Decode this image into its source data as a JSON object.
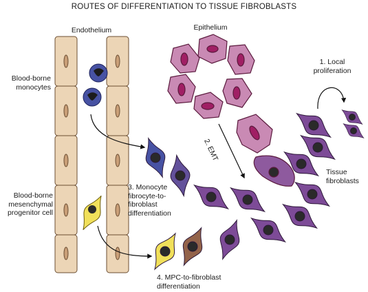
{
  "title": "ROUTES OF DIFFERENTIATION TO TISSUE FIBROBLASTS",
  "labels": {
    "endothelium": "Endothelium",
    "epithelium": "Epithelium",
    "monocytes_line1": "Blood-borne",
    "monocytes_line2": "monocytes",
    "mpc_line1": "Blood-borne",
    "mpc_line2": "mesenchymal",
    "mpc_line3": "progenitor cell",
    "route1_line1": "1. Local",
    "route1_line2": "proliferation",
    "route2": "2. EMT",
    "route3_line1": "3. Monocyte",
    "route3_line2": "fibrocyte-to-",
    "route3_line3": "fibroblast",
    "route3_line4": "differentiation",
    "route4_line1": "4. MPC-to-fibroblast",
    "route4_line2": "differentiation",
    "tissue_line1": "Tissue",
    "tissue_line2": "fibroblasts"
  },
  "colors": {
    "endothelial_fill": "#ecd5b6",
    "endothelial_nucleus": "#c99f78",
    "epithelial_fill": "#c98ab4",
    "epithelial_nucleus": "#a01f64",
    "monocyte": "#4752a3",
    "mpc": "#f1e05a",
    "fibroblast": "#7d4b97",
    "transitional": "#93634a",
    "nucleus": "#2a2a2a"
  }
}
